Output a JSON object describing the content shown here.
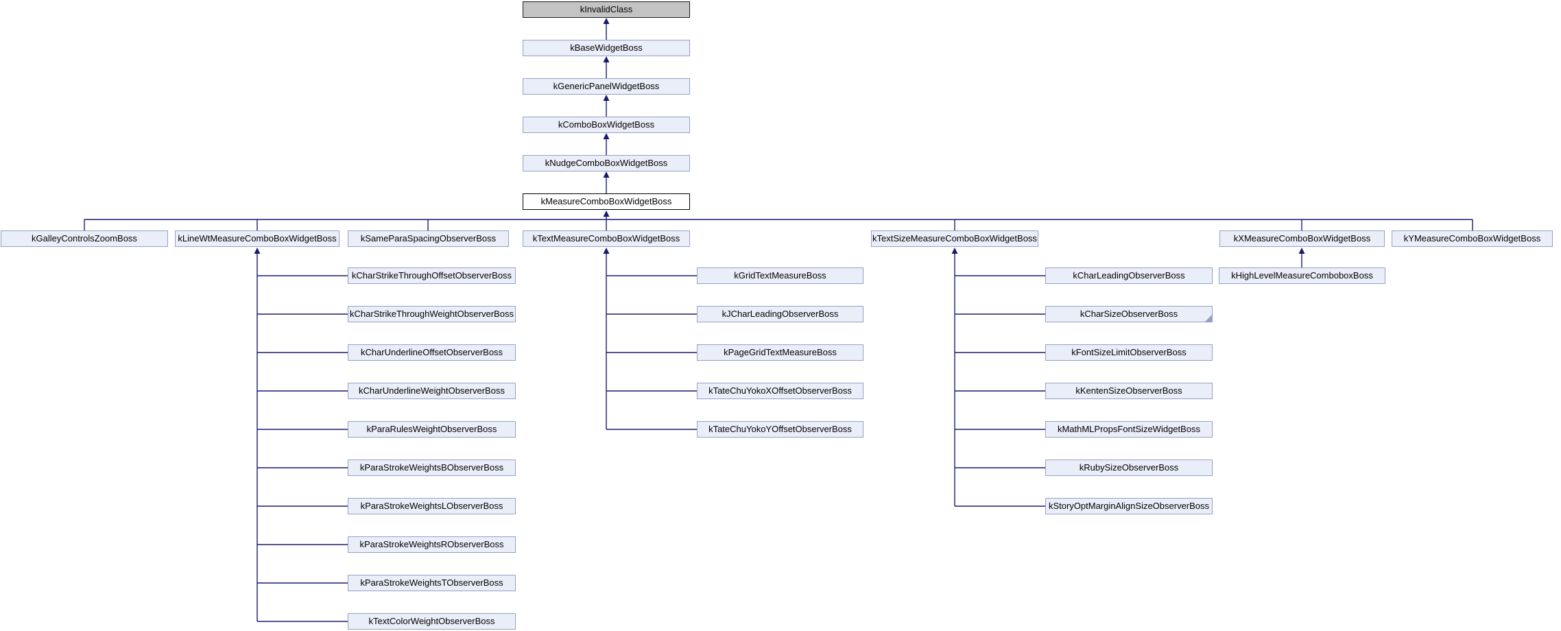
{
  "diagram": {
    "type": "class-inheritance-graph",
    "focus_class": "kMeasureComboBoxWidgetBoss"
  },
  "colors": {
    "background": "#ffffff",
    "node_fill": "#eaeef8",
    "node_border": "#93a1c6",
    "root_fill": "#c3c3c3",
    "root_border": "#1a1a1a",
    "current_fill": "#ffffff",
    "current_border": "#000000",
    "edge": "#191970",
    "text": "#000000"
  },
  "icons": {
    "arrowhead": "up-triangle",
    "folded_corner": "corner-fold"
  },
  "inheritance_chain": [
    "kInvalidClass",
    "kBaseWidgetBoss",
    "kGenericPanelWidgetBoss",
    "kComboBoxWidgetBoss",
    "kNudgeComboBoxWidgetBoss",
    "kMeasureComboBoxWidgetBoss"
  ],
  "subclasses": [
    "kGalleyControlsZoomBoss",
    "kLineWtMeasureComboBoxWidgetBoss",
    "kSameParaSpacingObserverBoss",
    "kTextMeasureComboBoxWidgetBoss",
    "kTextSizeMeasureComboBoxWidgetBoss",
    "kXMeasureComboBoxWidgetBoss",
    "kYMeasureComboBoxWidgetBoss"
  ],
  "linewt_children": [
    "kCharStrikeThroughOffsetObserverBoss",
    "kCharStrikeThroughWeightObserverBoss",
    "kCharUnderlineOffsetObserverBoss",
    "kCharUnderlineWeightObserverBoss",
    "kParaRulesWeightObserverBoss",
    "kParaStrokeWeightsBObserverBoss",
    "kParaStrokeWeightsLObserverBoss",
    "kParaStrokeWeightsRObserverBoss",
    "kParaStrokeWeightsTObserverBoss",
    "kTextColorWeightObserverBoss"
  ],
  "textmeasure_children": [
    "kGridTextMeasureBoss",
    "kJCharLeadingObserverBoss",
    "kPageGridTextMeasureBoss",
    "kTateChuYokoXOffsetObserverBoss",
    "kTateChuYokoYOffsetObserverBoss"
  ],
  "textsize_children": [
    "kCharLeadingObserverBoss",
    "kCharSizeObserverBoss",
    "kFontSizeLimitObserverBoss",
    "kKentenSizeObserverBoss",
    "kMathMLPropsFontSizeWidgetBoss",
    "kRubySizeObserverBoss",
    "kStoryOptMarginAlignSizeObserverBoss"
  ],
  "x_children": [
    "kHighLevelMeasureComboboxBoss"
  ]
}
